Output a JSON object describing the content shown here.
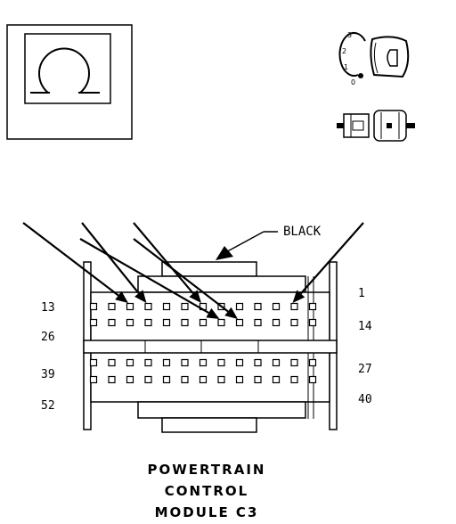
{
  "symbol": {
    "icon": "ohm-resistance-icon"
  },
  "test_probe_icons": {
    "key_icon": "ignition-key-icon",
    "key_positions": [
      "3",
      "2",
      "1",
      "0"
    ],
    "probe_icon": "test-probe-connector-icon"
  },
  "connector": {
    "color_callout": "BLACK",
    "pin_labels": {
      "row1_left": "13",
      "row1_right": "1",
      "row2_left": "26",
      "row2_right": "14",
      "row3_left": "39",
      "row3_right": "27",
      "row4_left": "52",
      "row4_right": "40"
    },
    "rows": 4,
    "pins_per_row": 13,
    "highlighted_pins": [
      2,
      7,
      3,
      8,
      6,
      11
    ],
    "name_lines": [
      "POWERTRAIN",
      "CONTROL",
      "MODULE C3"
    ]
  }
}
